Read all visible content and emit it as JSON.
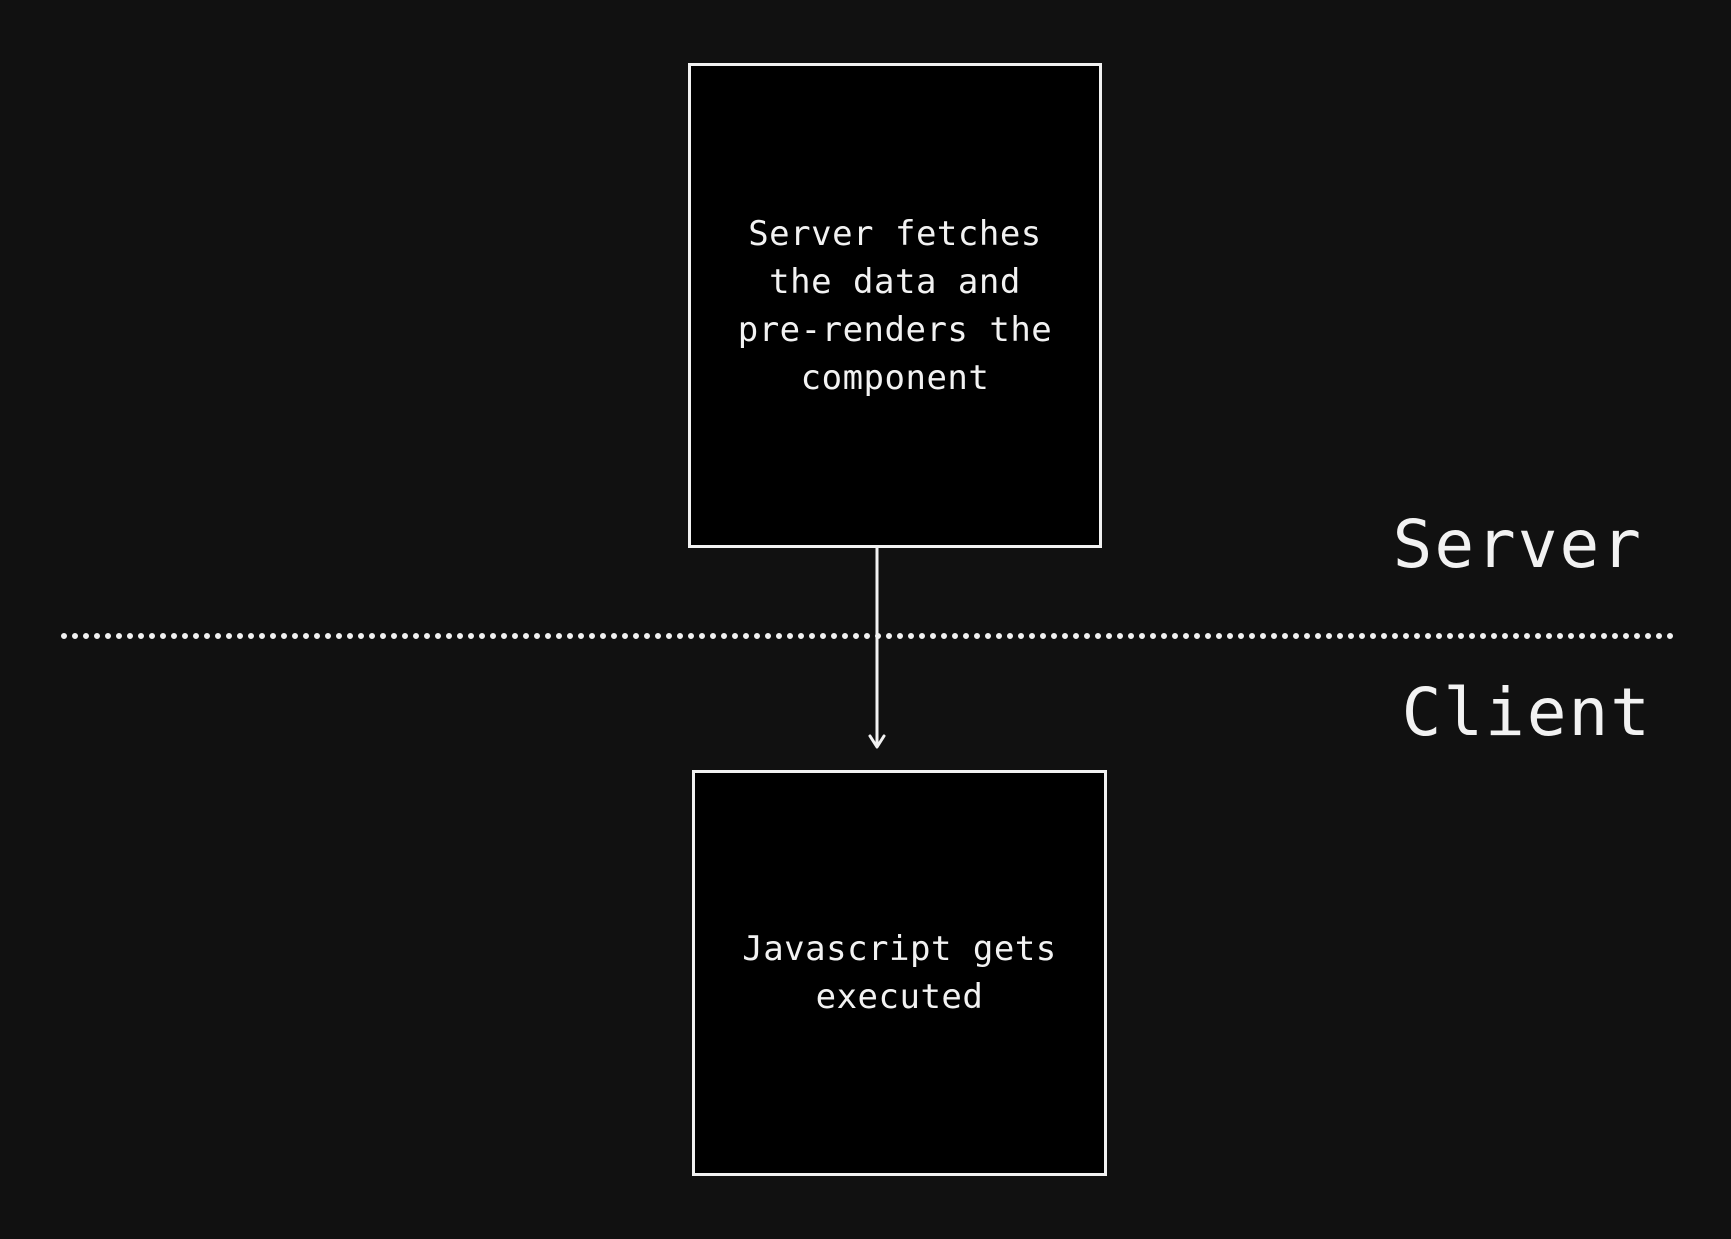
{
  "diagram": {
    "colors": {
      "background": "#111111",
      "box_fill": "#000000",
      "stroke": "#f2f2f2"
    },
    "nodes": {
      "server_step": {
        "text": "Server fetches\nthe data and\npre-renders the\ncomponent"
      },
      "client_step": {
        "text": "Javascript gets\nexecuted"
      }
    },
    "zones": {
      "server": "Server",
      "client": "Client"
    },
    "edges": [
      {
        "from": "server_step",
        "to": "client_step",
        "style": "arrow"
      }
    ],
    "divider": {
      "style": "dotted"
    }
  }
}
